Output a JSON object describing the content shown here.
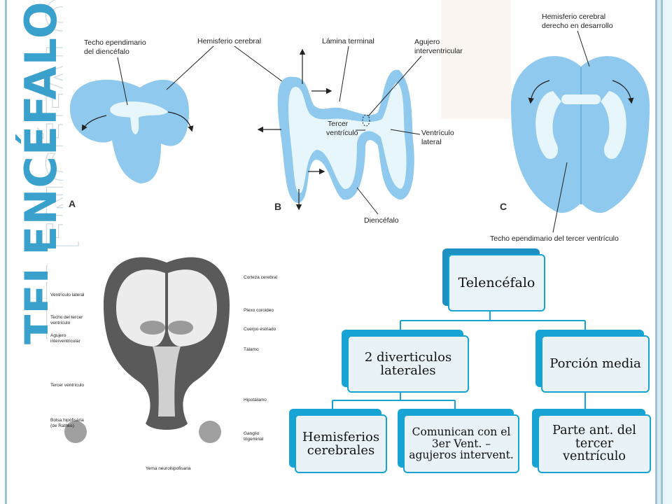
{
  "slide_title": "TELENCÉFALO",
  "figure_top": {
    "panel_a": {
      "letter": "A",
      "label_roof": [
        "Techo ependimario",
        "del diencéfalo"
      ],
      "label_hemisphere": "Hemisferio cerebral"
    },
    "panel_b": {
      "letter": "B",
      "label_lamina": "Lámina terminal",
      "label_foramen": [
        "Agujero",
        "interventricular"
      ],
      "label_third": [
        "Tercer",
        "ventrículo"
      ],
      "label_lateral": [
        "Ventrículo",
        "lateral"
      ],
      "label_dienc": "Diencéfalo"
    },
    "panel_c": {
      "letter": "C",
      "label_right_hem": [
        "Hemisferio cerebral",
        "derecho en desarrollo"
      ],
      "label_roof_third": "Techo ependimario del tercer ventrículo"
    }
  },
  "figure_section": {
    "labels_left": [
      "Ventrículo lateral",
      "Techo del tercer",
      "ventrículo",
      "Agujero",
      "interventricular",
      "Tercer ventrículo",
      "Bolsa hipofisaria",
      "(de Rathke)"
    ],
    "labels_right": [
      "Corteza cerebral",
      "Plexo coroideo",
      "Cuerpo estriado",
      "Tálamo",
      "Hipotálamo",
      "Ganglio",
      "trigeminal"
    ],
    "label_bottom": "Yema neurohipofisaria"
  },
  "org_chart": {
    "root": "Telencéfalo",
    "level1": [
      "2 diverticulos laterales",
      "Porción media"
    ],
    "level2_left": [
      "Hemisferios cerebrales",
      "Comunican con el 3er Vent. – agujeros intervent."
    ],
    "level2_right": "Parte ant. del tercer ventrículo"
  },
  "colors": {
    "accent": "#17a3d4",
    "title": "#3aa1cc",
    "tissue": "#8fc9ee",
    "cavity": "#e6f6fb"
  }
}
